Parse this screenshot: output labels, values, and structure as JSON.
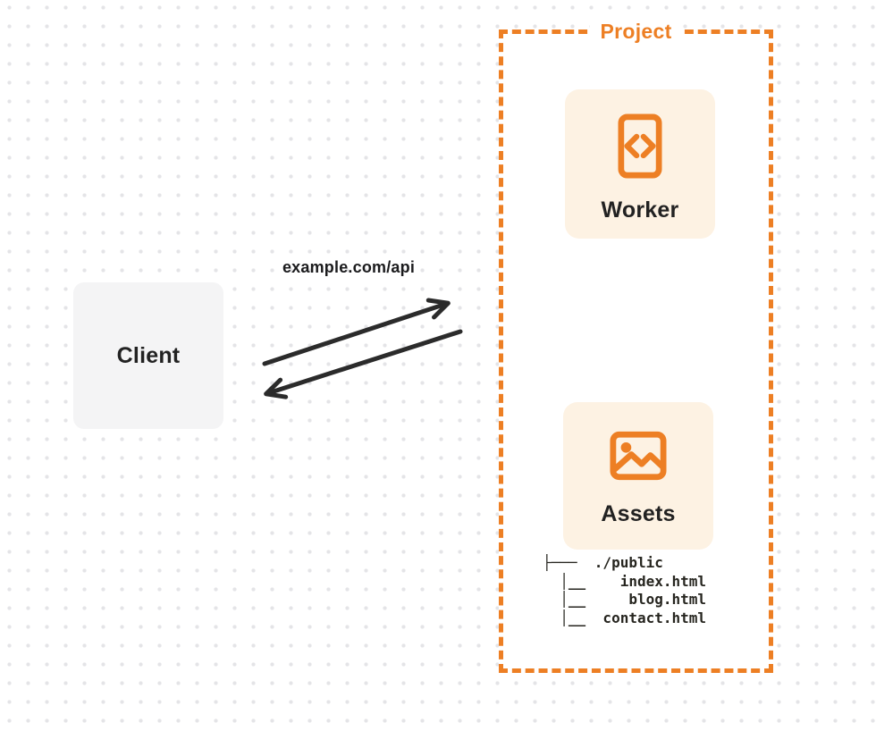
{
  "colors": {
    "accent": "#ED7F24",
    "card_bg": "#FDF2E3",
    "client_bg": "#F4F4F5",
    "ink": "#222222",
    "arrow": "#2B2B2B",
    "dot": "#E4E4E7",
    "tree_ink": "#26251F"
  },
  "client": {
    "label": "Client"
  },
  "request": {
    "label": "example.com/api"
  },
  "project": {
    "title": "Project",
    "worker": {
      "label": "Worker",
      "icon": "code-icon"
    },
    "assets": {
      "label": "Assets",
      "icon": "image-icon"
    },
    "file_tree": {
      "root": "./public",
      "files": [
        "index.html",
        "blog.html",
        "contact.html"
      ],
      "lines": [
        "├───  ./public",
        "  │__    index.html",
        "  │__     blog.html",
        "  │__  contact.html"
      ]
    }
  }
}
